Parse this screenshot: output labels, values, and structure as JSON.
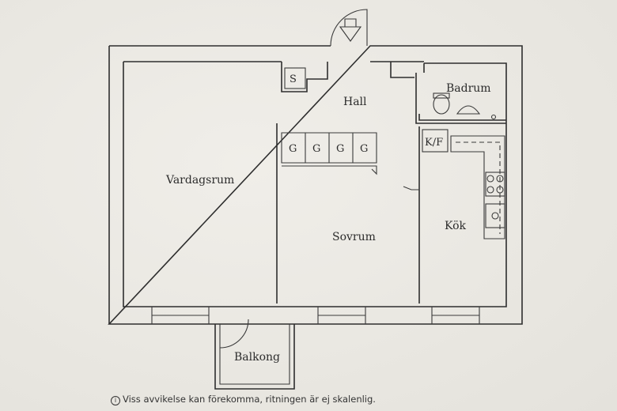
{
  "rooms": {
    "hall": "Hall",
    "badrum": "Badrum",
    "vardagsrum": "Vardagsrum",
    "sovrum": "Sovrum",
    "kok": "Kök",
    "balkong": "Balkong"
  },
  "closets": {
    "s": "S",
    "g1": "G",
    "g2": "G",
    "g3": "G",
    "g4": "G",
    "kf": "K/F"
  },
  "disclaimer": {
    "icon": "i",
    "text": "Viss avvikelse kan förekomma, ritningen är ej skalenlig."
  },
  "colors": {
    "paper": "#ecebe6",
    "lines": "#2e2e2e"
  }
}
